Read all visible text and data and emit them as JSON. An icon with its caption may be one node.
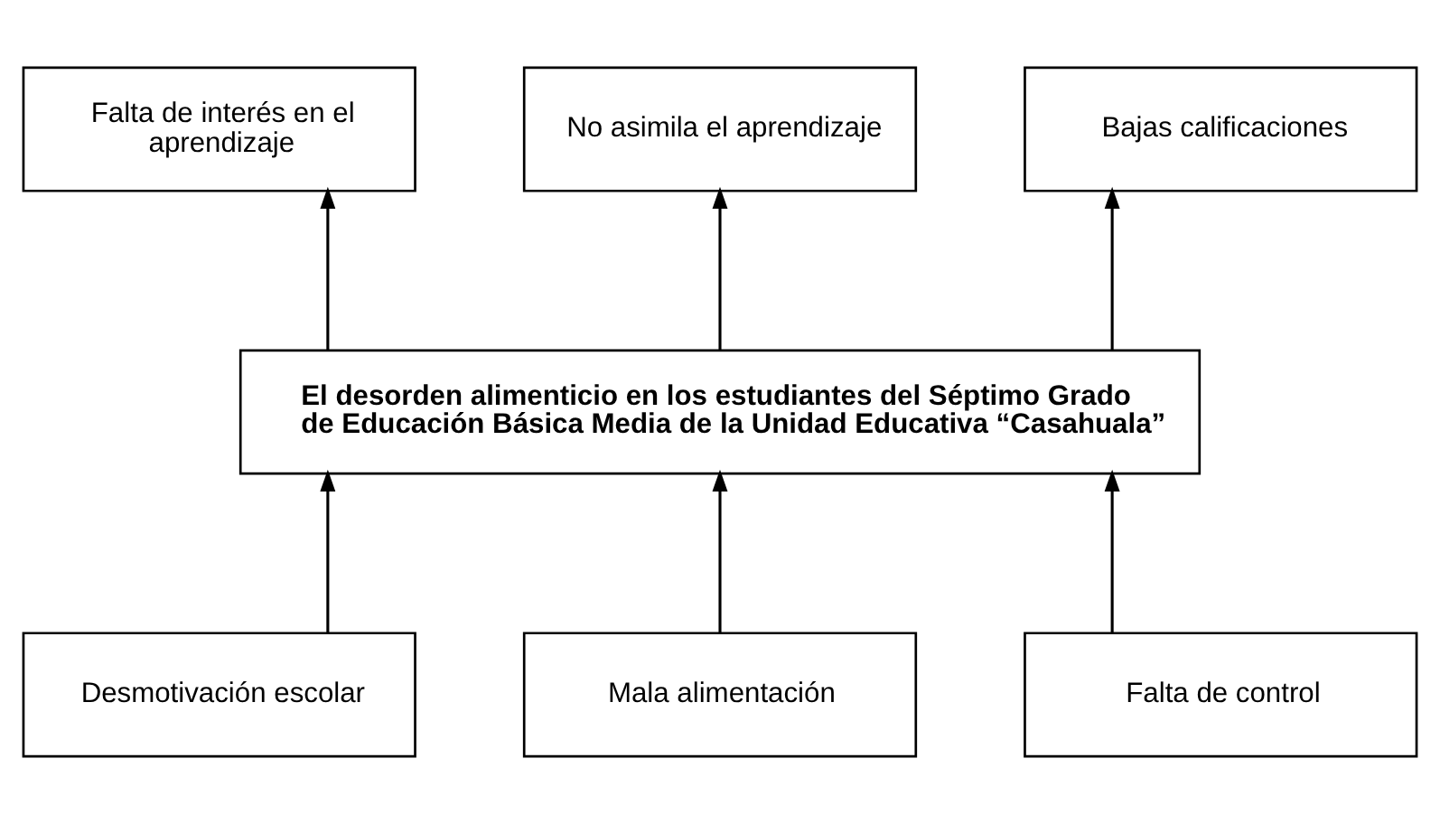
{
  "diagram": {
    "nodes": [
      {
        "text": [
          "Falta de interés en el aprendizaje"
        ]
      },
      {
        "text": [
          "No asimila el aprendizaje"
        ]
      },
      {
        "text": [
          "Bajas calificaciones"
        ]
      },
      {
        "text": [
          "El desorden alimenticio en los estudiantes del Séptimo Grado de Educación Básica Media de la Unidad Educativa “Casahuala”"
        ]
      },
      {
        "text": [
          "Desmotivación escolar"
        ]
      },
      {
        "text": [
          "Mala alimentación"
        ]
      },
      {
        "text": [
          "Falta de control"
        ]
      }
    ],
    "edges": [
      {
        "from": 3,
        "to": 0,
        "arrow": "to"
      },
      {
        "from": 3,
        "to": 1,
        "arrow": "to"
      },
      {
        "from": 3,
        "to": 2,
        "arrow": "to"
      },
      {
        "from": 4,
        "to": 3,
        "arrow": "to"
      },
      {
        "from": 5,
        "to": 3,
        "arrow": "to"
      },
      {
        "from": 6,
        "to": 3,
        "arrow": "to"
      }
    ]
  }
}
